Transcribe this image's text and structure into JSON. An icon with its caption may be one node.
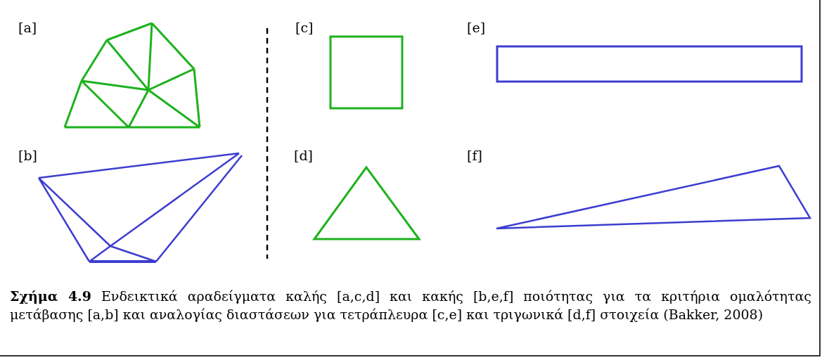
{
  "diagram": {
    "caption": "**Σχήμα 4.9** Ενδεικτικά αραδείγματα καλής [a,c,d] και κακής [b,e,f] ποιότητας για τα κριτήρια ομαλότητας μετάβασης [a,b] και αναλογίας διαστάσεων για τετράπλευρα [c,e] και τριγωνικά [d,f] στοιχεία (Bakker, 2008)",
    "labels": [
      "[a]",
      "[c]",
      "[e]",
      "[b]",
      "[d]",
      "[f]"
    ]
  }
}
